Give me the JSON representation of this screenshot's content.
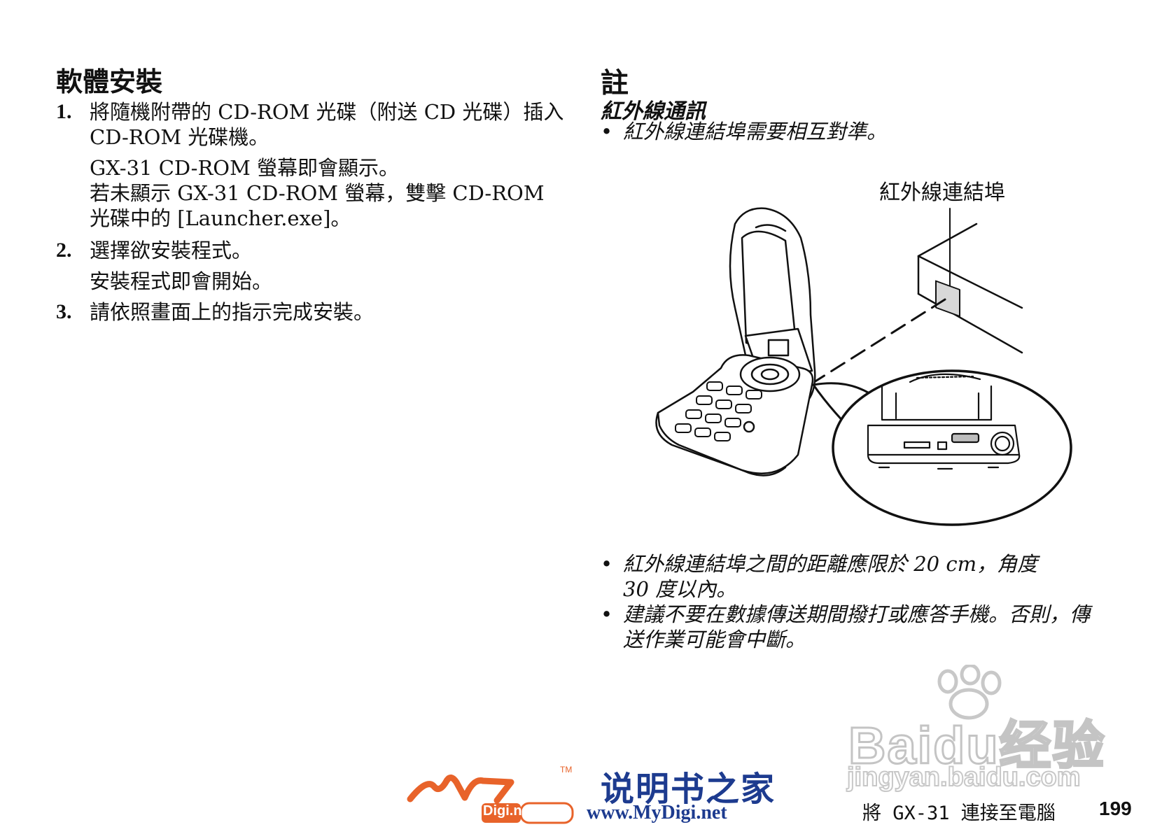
{
  "left": {
    "heading": "軟體安裝",
    "steps": [
      {
        "num": "1.",
        "text": "將隨機附帶的 CD-ROM 光碟（附送 CD 光碟）插入 CD-ROM 光碟機。"
      },
      {
        "num": "2.",
        "text": "選擇欲安裝程式。"
      },
      {
        "num": "3.",
        "text": "請依照畫面上的指示完成安裝。"
      }
    ],
    "step1_sub1": "GX-31 CD-ROM 螢幕即會顯示。",
    "step1_sub2": "若未顯示 GX-31 CD-ROM 螢幕，雙擊 CD-ROM 光碟中的 [Launcher.exe]。",
    "step2_sub": "安裝程式即會開始。"
  },
  "right": {
    "heading": "註",
    "subheading": "紅外線通訊",
    "bullet1": "紅外線連結埠需要相互對準。",
    "diagram_label": "紅外線連結埠",
    "bullet2": "紅外線連結埠之間的距離應限於 20 cm，角度 30 度以內。",
    "bullet3": "建議不要在數據傳送期間撥打或應答手機。否則，傳送作業可能會中斷。",
    "bullet_symbol": "•"
  },
  "footer": {
    "logo_text": "说明书之家",
    "logo_url": "www.MyDigi.net",
    "logo_badge": "Digi.net",
    "watermark": "Baidu经验",
    "watermark_url": "jingyan.baidu.com",
    "section": "將 GX-31 連接至電腦",
    "page": "199"
  }
}
